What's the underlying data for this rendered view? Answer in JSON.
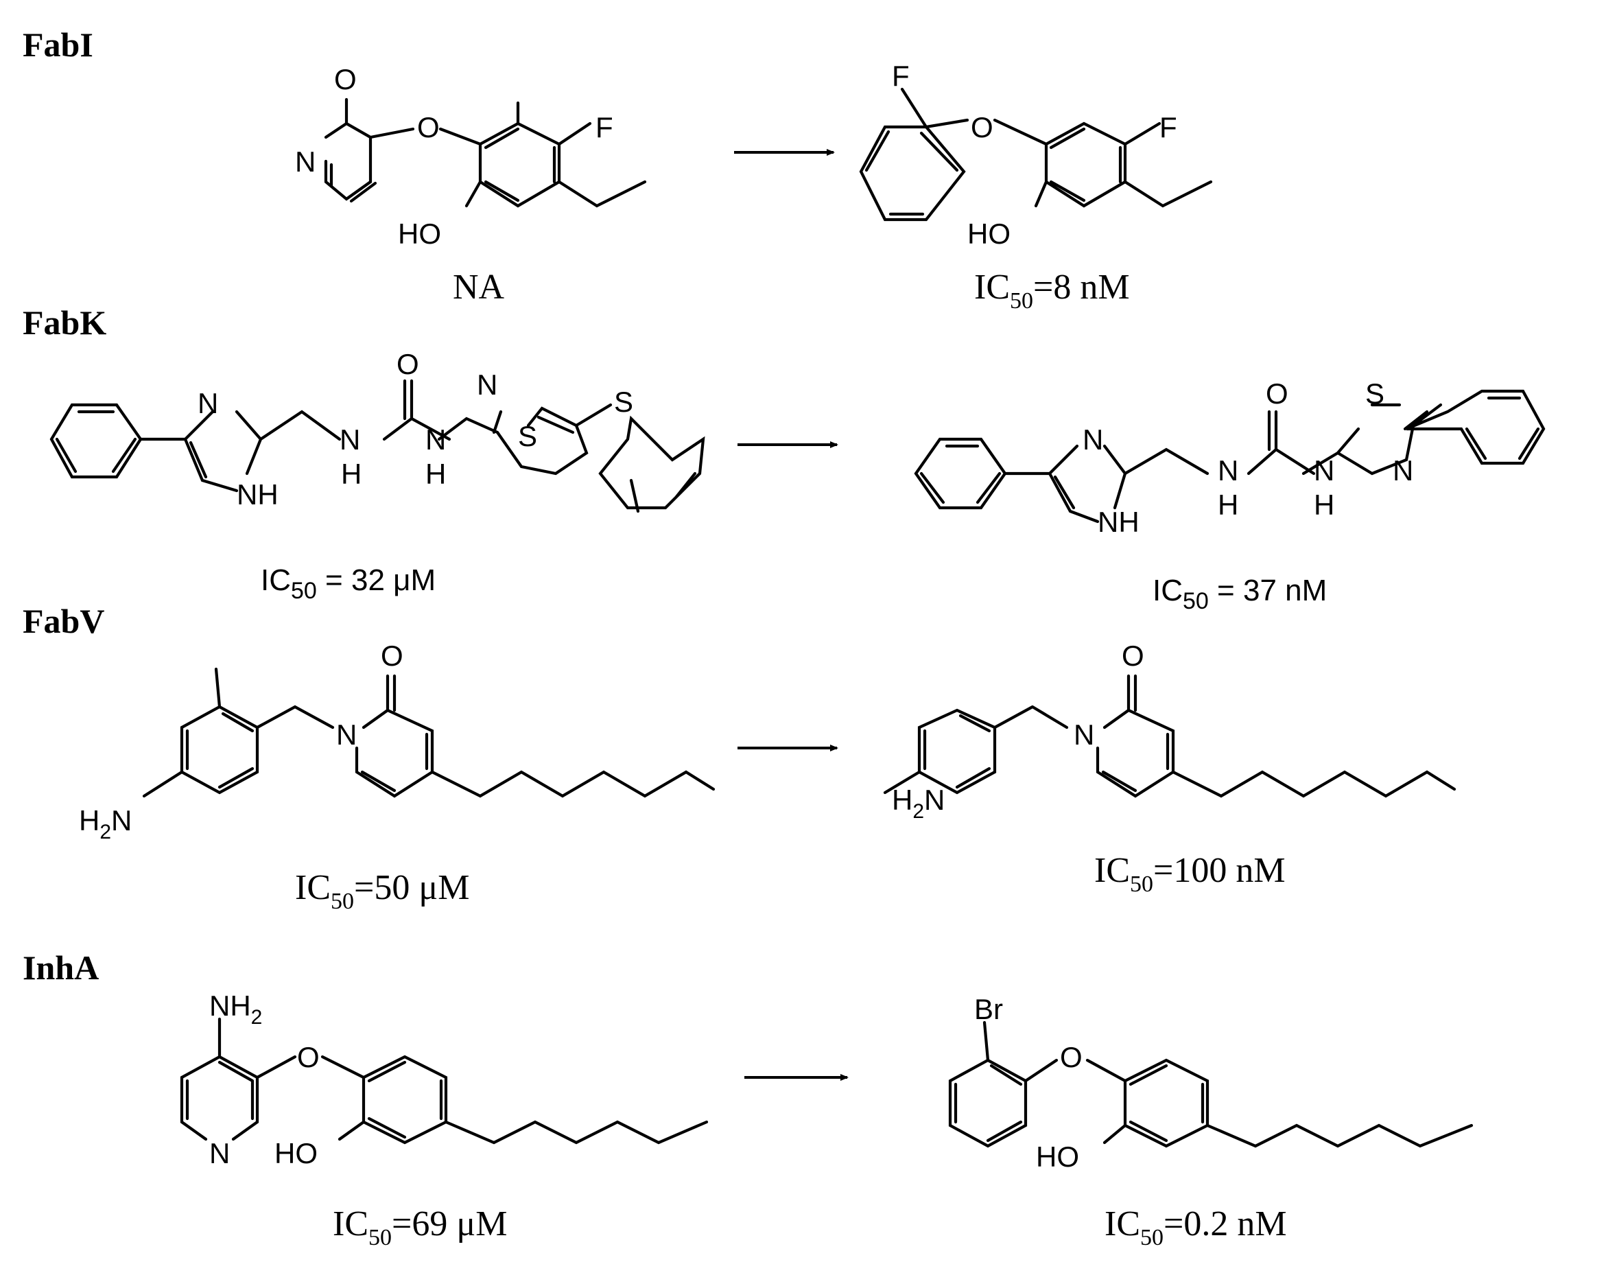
{
  "sections": [
    {
      "name": "FabI",
      "caption_left": {
        "text": "NA"
      },
      "caption_right": {
        "pre": "IC",
        "sub": "50",
        "post": "=8 nM"
      }
    },
    {
      "name": "FabK",
      "caption_left": {
        "pre": "IC",
        "sub": "50",
        "post": " = 32 μM"
      },
      "caption_right": {
        "pre": "IC",
        "sub": "50",
        "post": " = 37 nM"
      }
    },
    {
      "name": "FabV",
      "caption_left": {
        "pre": "IC",
        "sub": "50",
        "post": "=50 μM"
      },
      "caption_right": {
        "pre": "IC",
        "sub": "50",
        "post": "=100 nM"
      }
    },
    {
      "name": "InhA",
      "caption_left": {
        "pre": "IC",
        "sub": "50",
        "post": "=69 μM"
      },
      "caption_right": {
        "pre": "IC",
        "sub": "50",
        "post": "=0.2 nM"
      }
    }
  ],
  "atoms": {
    "O": "O",
    "N": "N",
    "F": "F",
    "S": "S",
    "H": "H",
    "Br": "Br",
    "HO": "HO",
    "NH": "NH",
    "H2N_H": "H",
    "H2N_sub": "2",
    "H2N_N": "N",
    "NH2_NH": "NH",
    "NH2_sub": "2"
  }
}
